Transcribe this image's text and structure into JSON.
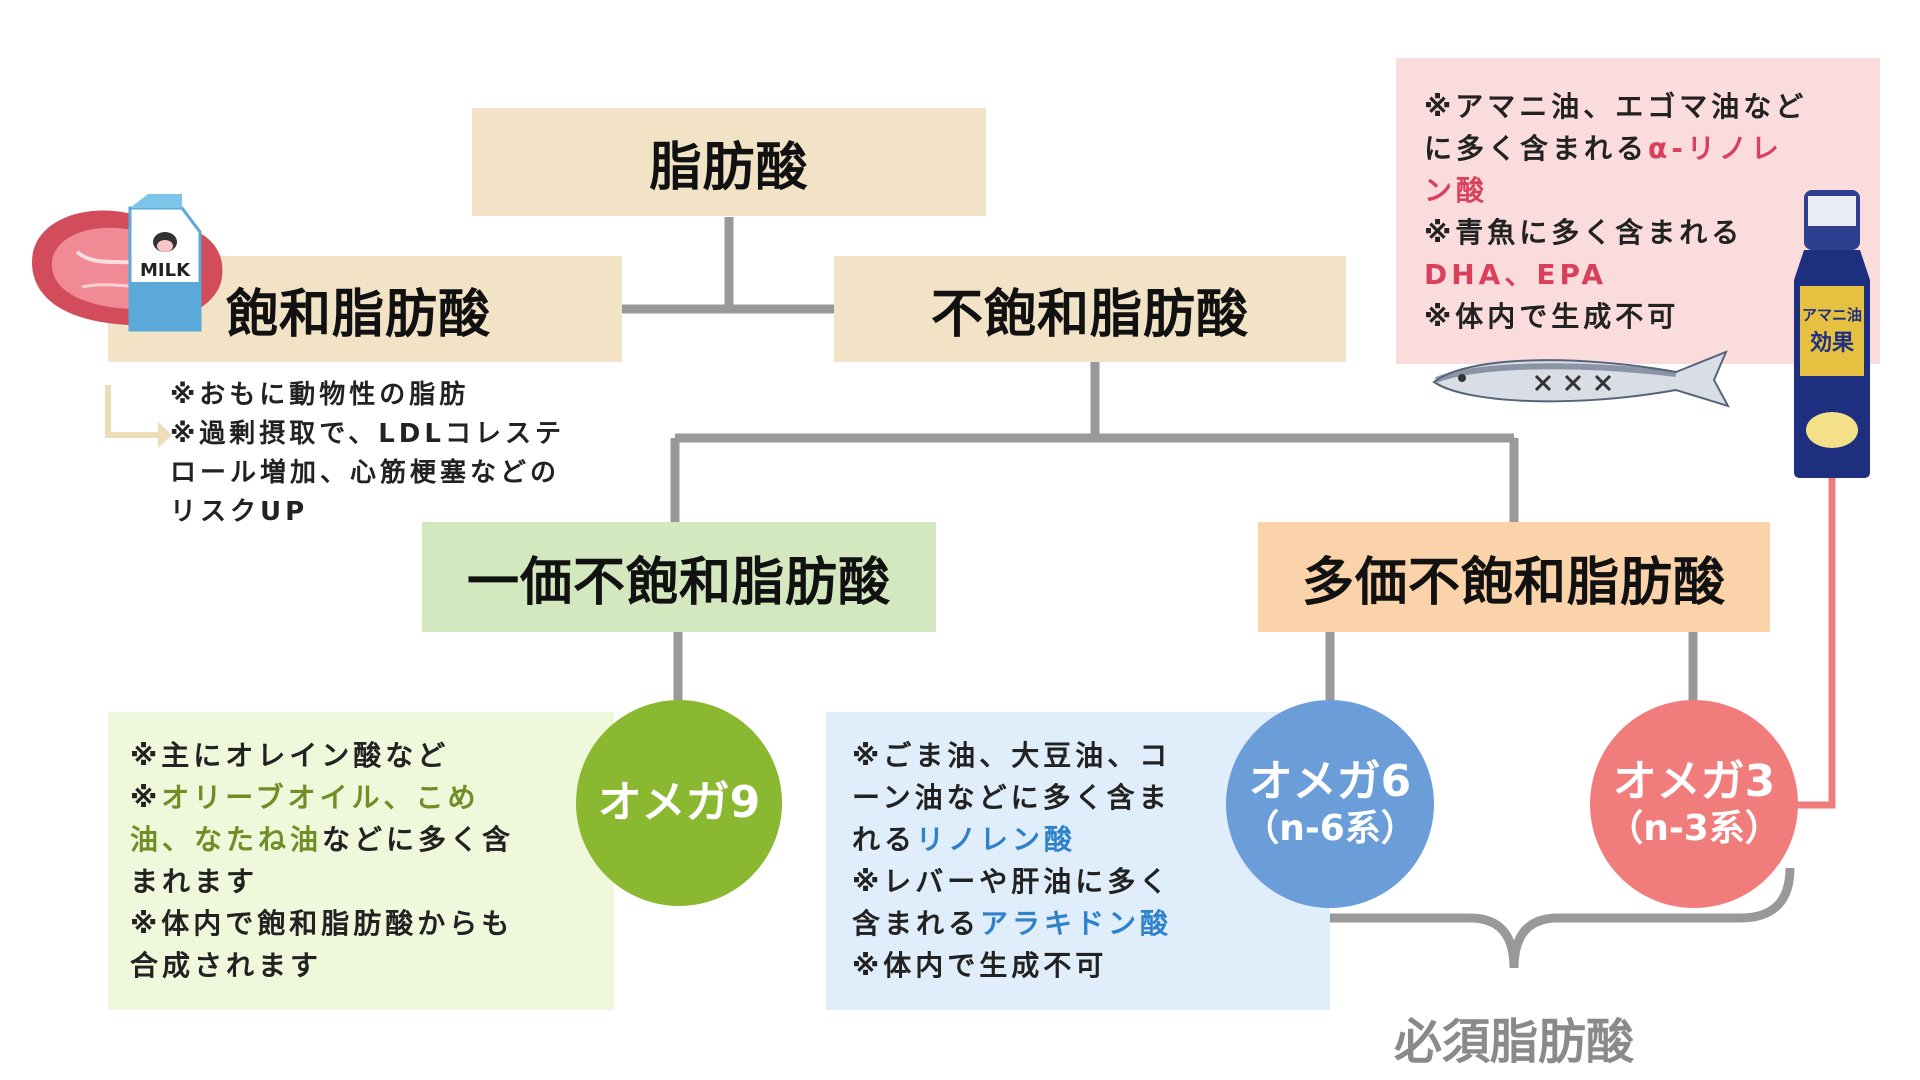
{
  "nodes": {
    "root": "脂肪酸",
    "saturated": "飽和脂肪酸",
    "unsaturated": "不飽和脂肪酸",
    "mono": "一価不飽和脂肪酸",
    "poly": "多価不飽和脂肪酸",
    "omega9": "オメガ9",
    "omega6_title": "オメガ6",
    "omega6_sub": "（n-6系）",
    "omega3_title": "オメガ3",
    "omega3_sub": "（n-3系）",
    "essential": "必須脂肪酸"
  },
  "milk_label": "MILK",
  "saturated_note": {
    "l1": "※おもに動物性の脂肪",
    "l2": "※過剰摂取で、LDLコレステ",
    "l3": "ロール増加、心筋梗塞などの",
    "l4": "リスクUP"
  },
  "omega9_note": {
    "l1": "※主にオレイン酸など",
    "l2a": "※",
    "l2b": "オリーブオイル、こめ",
    "l3a": "油、なたね油",
    "l3b": "などに多く含",
    "l4": "まれます",
    "l5": "※体内で飽和脂肪酸からも",
    "l6": "合成されます"
  },
  "omega6_note": {
    "l1": "※ごま油、大豆油、コ",
    "l2": "ーン油などに多く含ま",
    "l3a": "れる",
    "l3b": "リノレン酸",
    "l4": "※レバーや肝油に多く",
    "l5a": "含まれる",
    "l5b": "アラキドン酸",
    "l6": "※体内で生成不可"
  },
  "omega3_note": {
    "l1": "※アマニ油、エゴマ油など",
    "l2a": "に多く含まれる",
    "l2b": "α-リノレ",
    "l3": "ン酸",
    "l4": "※青魚に多く含まれる",
    "l5": "DHA、EPA",
    "l6": "※体内で生成不可"
  },
  "bottle": {
    "label1": "アマニ油",
    "label2": "効果"
  },
  "colors": {
    "beige": "#f2e2c6",
    "green_box": "#d3e8be",
    "orange_box": "#fbd3aa",
    "omega9": "#8ab830",
    "omega6": "#6b9ed8",
    "omega3": "#f07d7b",
    "line": "#999999",
    "note_green": "#f0f8dc",
    "note_blue": "#e0eefb",
    "note_pink": "#fbdcdc"
  }
}
